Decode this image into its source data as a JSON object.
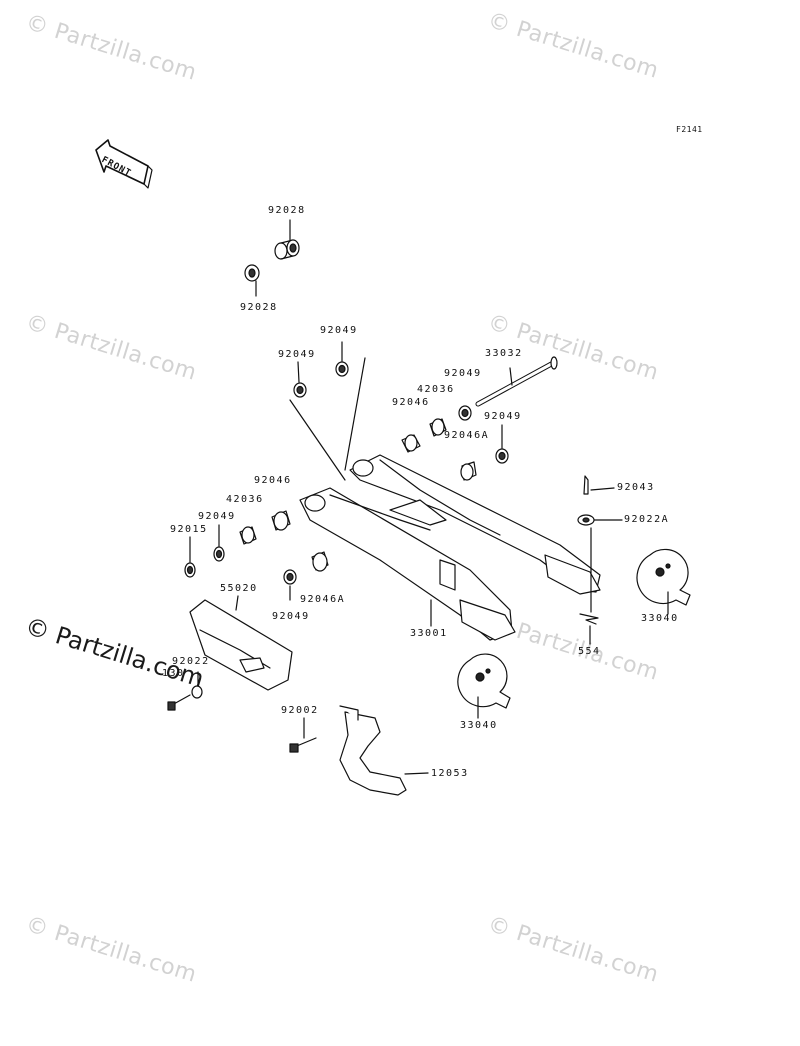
{
  "diagram_code": "F2141",
  "watermark": "© Partzilla.com",
  "front_label": "FRONT",
  "part_labels": {
    "p92028_top": "92028",
    "p92028_bottom": "92028",
    "p92049_a": "92049",
    "p92049_b": "92049",
    "p33032": "33032",
    "p92049_c": "92049",
    "p42036_a": "42036",
    "p92046_a": "92046",
    "p92046A_a": "92046A",
    "p92049_d": "92049",
    "p92043": "92043",
    "p92022A": "92022A",
    "p92046_b": "92046",
    "p42036_b": "42036",
    "p92049_e": "92049",
    "p92015": "92015",
    "p55020": "55020",
    "p92049_f": "92049",
    "p92046A_b": "92046A",
    "p33001": "33001",
    "p33040_a": "33040",
    "p554": "554",
    "p92022": "92022",
    "p130": "130",
    "p92002": "92002",
    "p12053": "12053",
    "p33040_b": "33040"
  },
  "colors": {
    "line": "#111111",
    "watermark": "#d2d2d2"
  }
}
